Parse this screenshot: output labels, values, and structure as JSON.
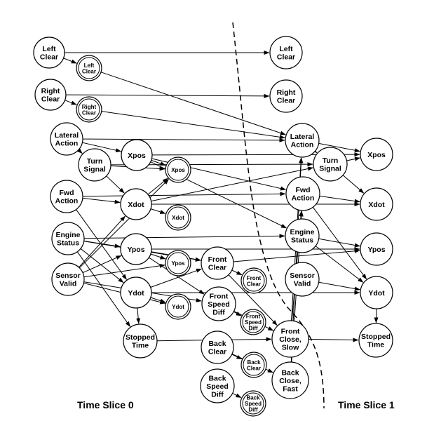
{
  "diagram": {
    "slice_labels": {
      "slice0": "Time Slice 0",
      "slice1": "Time Slice 1"
    },
    "nodes": {
      "left_clear_0": "Left\nClear",
      "left_clear_obs": "Left\nClear",
      "right_clear_0": "Right\nClear",
      "right_clear_obs": "Right\nClear",
      "lateral_action_0": "Lateral\nAction",
      "turn_signal_0": "Turn\nSignal",
      "xpos_0": "Xpos",
      "xpos_obs": "Xpos",
      "fwd_action_0": "Fwd\nAction",
      "xdot_0": "Xdot",
      "xdot_obs": "Xdot",
      "engine_status_0": "Engine\nStatus",
      "ypos_0": "Ypos",
      "ypos_obs": "Ypos",
      "sensor_valid_0": "Sensor\nValid",
      "ydot_0": "Ydot",
      "ydot_obs": "Ydot",
      "stopped_time_0": "Stopped\nTime",
      "front_clear_0": "Front\nClear",
      "front_clear_obs": "Front\nClear",
      "front_speed_diff_0": "Front\nSpeed\nDiff",
      "front_speed_diff_obs": "Front\nSpeed\nDiff",
      "back_clear_0": "Back\nClear",
      "back_clear_obs": "Back\nClear",
      "back_speed_diff_0": "Back\nSpeed\nDiff",
      "back_speed_diff_obs": "Back\nSpeed\nDiff",
      "left_clear_1": "Left\nClear",
      "right_clear_1": "Right\nClear",
      "lateral_action_1": "Lateral\nAction",
      "turn_signal_1": "Turn\nSignal",
      "xpos_1": "Xpos",
      "fwd_action_1": "Fwd\nAction",
      "xdot_1": "Xdot",
      "engine_status_1": "Engine\nStatus",
      "ypos_1": "Ypos",
      "sensor_valid_1": "Sensor\nValid",
      "ydot_1": "Ydot",
      "front_close_slow_1": "Front\nClose,\nSlow",
      "back_close_fast_1": "Back\nClose,\nFast",
      "stopped_time_1": "Stopped\nTime"
    }
  }
}
